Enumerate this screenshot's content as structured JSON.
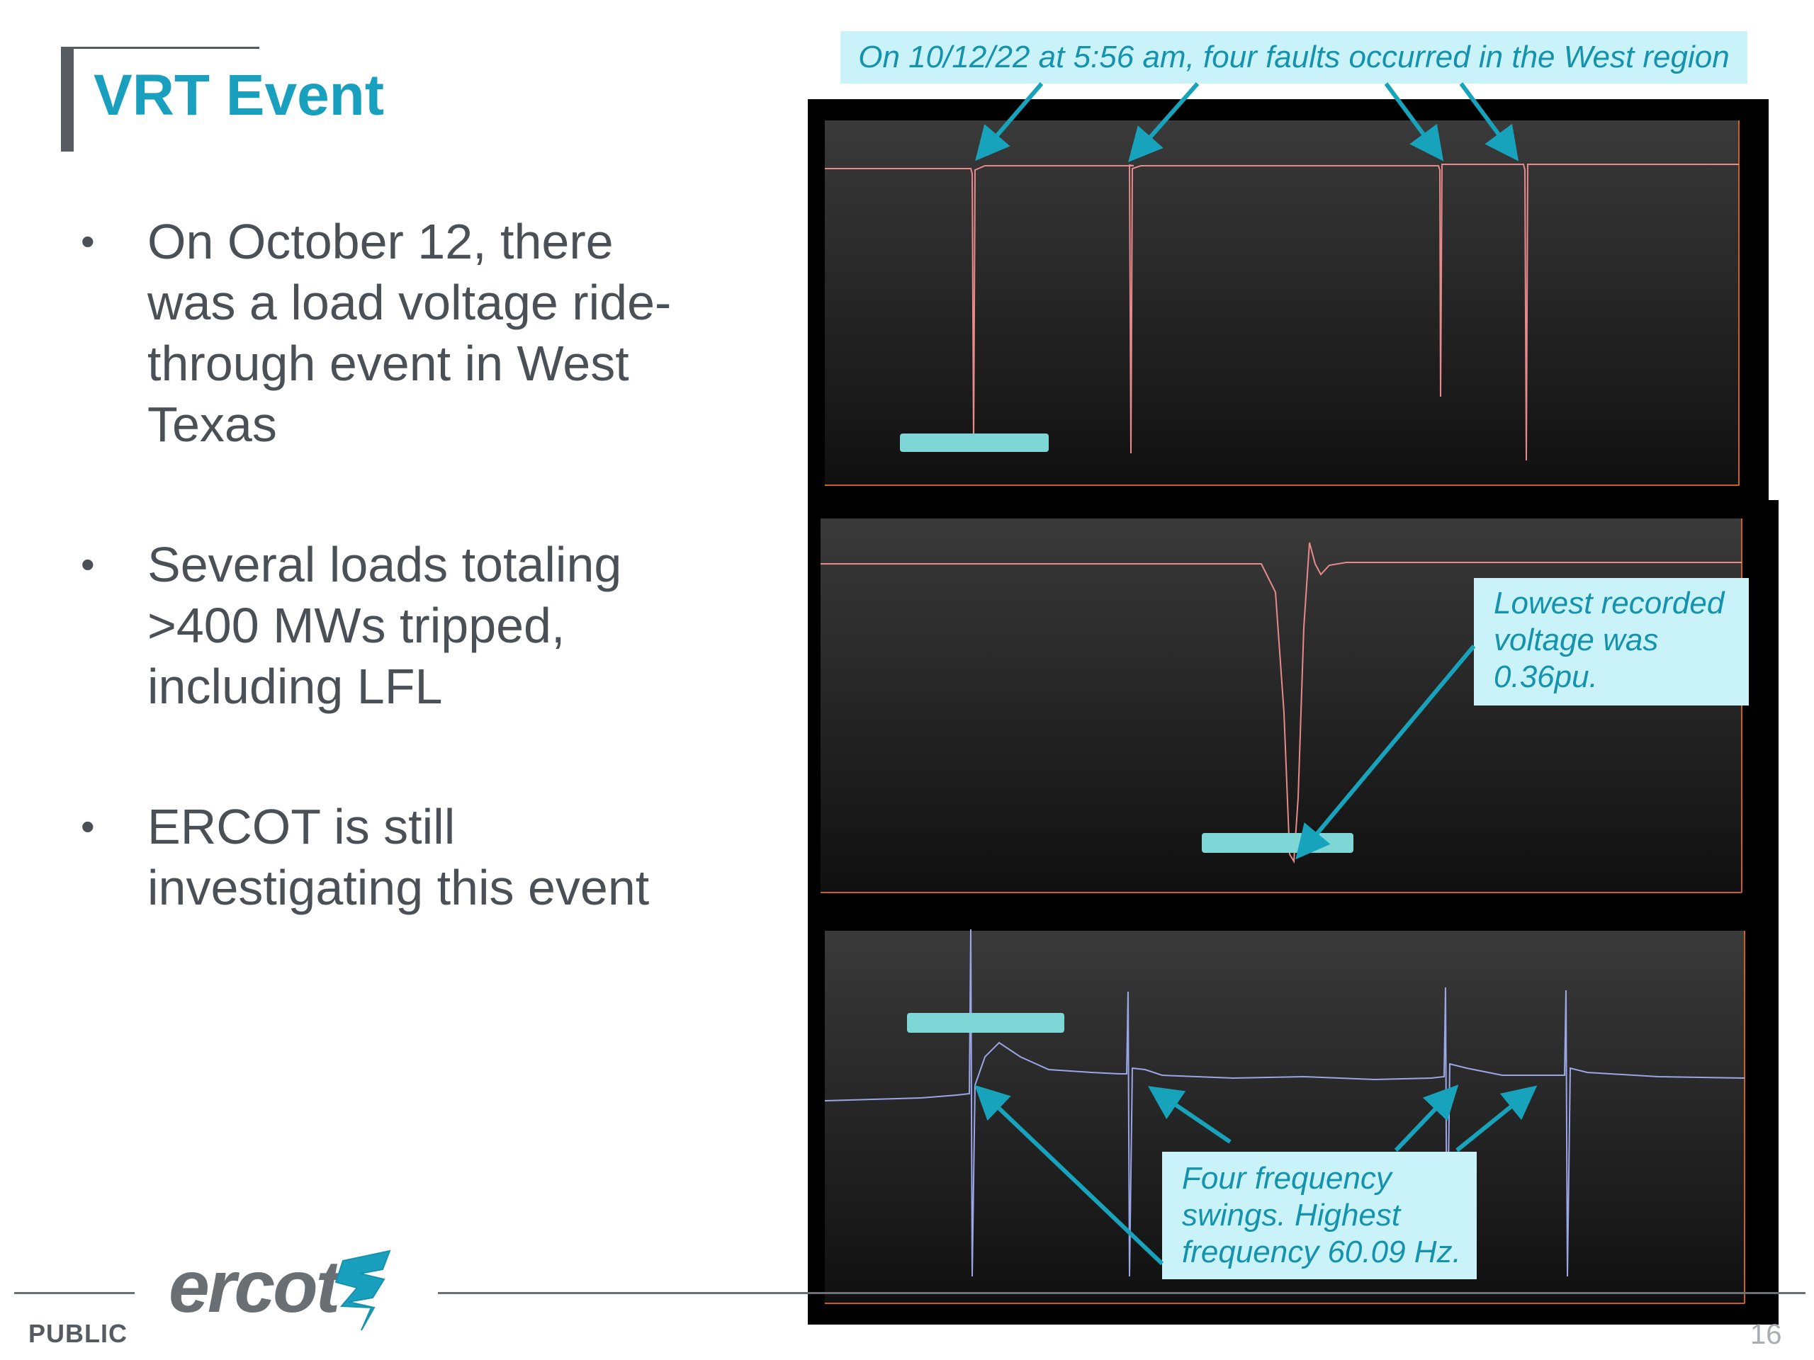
{
  "slide": {
    "title": "VRT Event",
    "bullets": [
      "On October 12, there was a load voltage ride-through event in West Texas",
      "Several loads totaling >400 MWs tripped, including LFL",
      "ERCOT is still investigating this event"
    ],
    "footer": {
      "classification": "PUBLIC",
      "logo": "ercot",
      "page": "16"
    }
  },
  "callouts": {
    "top": "On 10/12/22 at 5:56 am, four faults occurred in the West region",
    "mid": [
      "Lowest recorded",
      "voltage was",
      "0.36pu."
    ],
    "bot": [
      "Four frequency",
      "swings. Highest",
      "frequency 60.09 Hz."
    ]
  },
  "colors": {
    "title": "#1aa0bf",
    "callout_bg": "#c9f3f8",
    "callout_text": "#1592ad",
    "arrow": "#17a3bb",
    "voltage_trace": "#e88a8a",
    "frequency_trace": "#9aa6e6"
  }
}
